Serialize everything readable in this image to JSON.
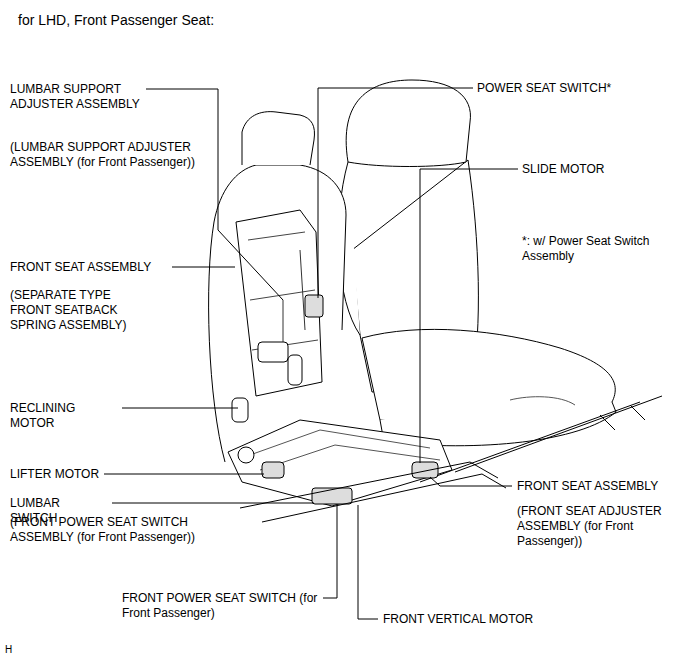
{
  "diagram": {
    "title": "for LHD, Front Passenger Seat:",
    "labels": [
      "LUMBAR SUPPORT ADJUSTER ASSEMBLY",
      "(LUMBAR SUPPORT ADJUSTER ASSEMBLY (for Front Passenger))",
      "FRONT SEAT ASSEMBLY",
      "(SEPARATE TYPE FRONT SEATBACK SPRING ASSEMBLY)",
      "RECLINING MOTOR",
      "LIFTER MOTOR",
      "LUMBAR SWITCH",
      "(FRONT POWER SEAT SWITCH ASSEMBLY (for Front Passenger))",
      "FRONT POWER SEAT SWITCH (for Front Passenger)",
      "FRONT VERTICAL MOTOR",
      "POWER SEAT SWITCH*",
      "SLIDE MOTOR",
      "*: w/ Power Seat Switch Assembly",
      "FRONT SEAT ASSEMBLY",
      "(FRONT SEAT ADJUSTER ASSEMBLY (for Front Passenger))",
      "H"
    ]
  }
}
